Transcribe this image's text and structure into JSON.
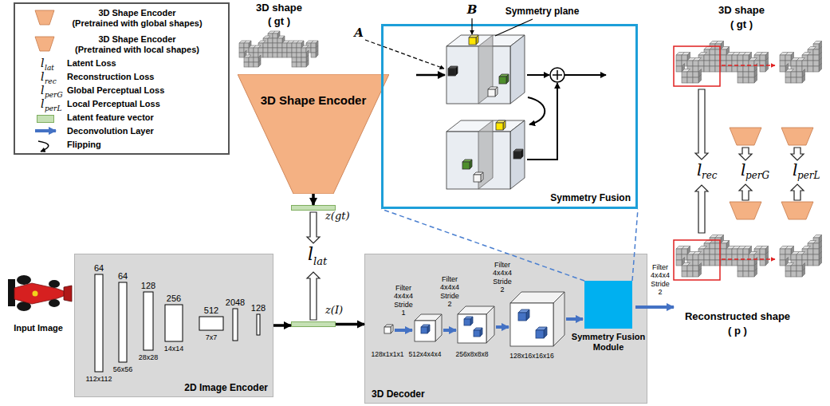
{
  "diagram": {
    "nodes": [
      {
        "text": [
          "3D Shape Encoder"
        ]
      },
      {
        "text": [
          "z(gt)"
        ]
      },
      {
        "text": [
          "Symmetry Fusion"
        ]
      },
      {
        "text": [
          "2D Image Encoder"
        ]
      },
      {
        "text": [
          "z(I)"
        ]
      },
      {
        "text": [
          "3D Decoder"
        ]
      },
      {
        "text": [
          "Symmetry Fusion Module"
        ],
        "in": 5
      }
    ],
    "edges": [
      {
        "from": 0,
        "to": 1,
        "arrow": "to"
      },
      {
        "from": 3,
        "to": 4,
        "arrow": "to"
      },
      {
        "from": 4,
        "to": 5,
        "arrow": "to"
      },
      {
        "from": 6,
        "to": 2,
        "arrow": "none"
      },
      {
        "from": 6,
        "to": 2,
        "arrow": "none"
      }
    ],
    "labels": [
      "(Pretrained with global shapes)",
      "(Pretrained with local shapes)",
      "G",
      "L",
      "l",
      "lat",
      "l",
      "rec",
      "l",
      "perG",
      "l",
      "perL",
      "3D shape",
      "( gt )",
      "A",
      "B",
      "Symmetry plane",
      "3D shape",
      "( gt )",
      "l",
      "lat",
      "G",
      "L",
      "l",
      "rec",
      "l",
      "perG",
      "l",
      "perL",
      "G",
      "L",
      "Input Image",
      "64",
      "64",
      "128",
      "256",
      "512",
      "2048",
      "128",
      "112x112",
      "56x56",
      "28x28",
      "14x14",
      "7x7",
      "Filter 4x4x4 Stride 1",
      "Filter 4x4x4 Stride 2",
      "Filter 4x4x4 Stride 2",
      "Filter 4x4x4 Stride 2",
      "128x1x1x1",
      "512x4x4x4",
      "256x8x8x8",
      "128x16x16x16",
      "Reconstructed shape",
      "( p )"
    ],
    "legend": [
      {
        "text": "3D Shape Encoder"
      },
      {
        "text": "3D Shape Encoder"
      },
      {
        "text": "Latent Loss"
      },
      {
        "text": "Reconstruction Loss"
      },
      {
        "text": "Global Perceptual Loss"
      },
      {
        "text": "Local Perceptual Loss"
      },
      {
        "text": "Latent feature vector",
        "color": "#c5e0b4"
      },
      {
        "text": "Deconvolution Layer"
      },
      {
        "text": "Flipping"
      }
    ]
  }
}
